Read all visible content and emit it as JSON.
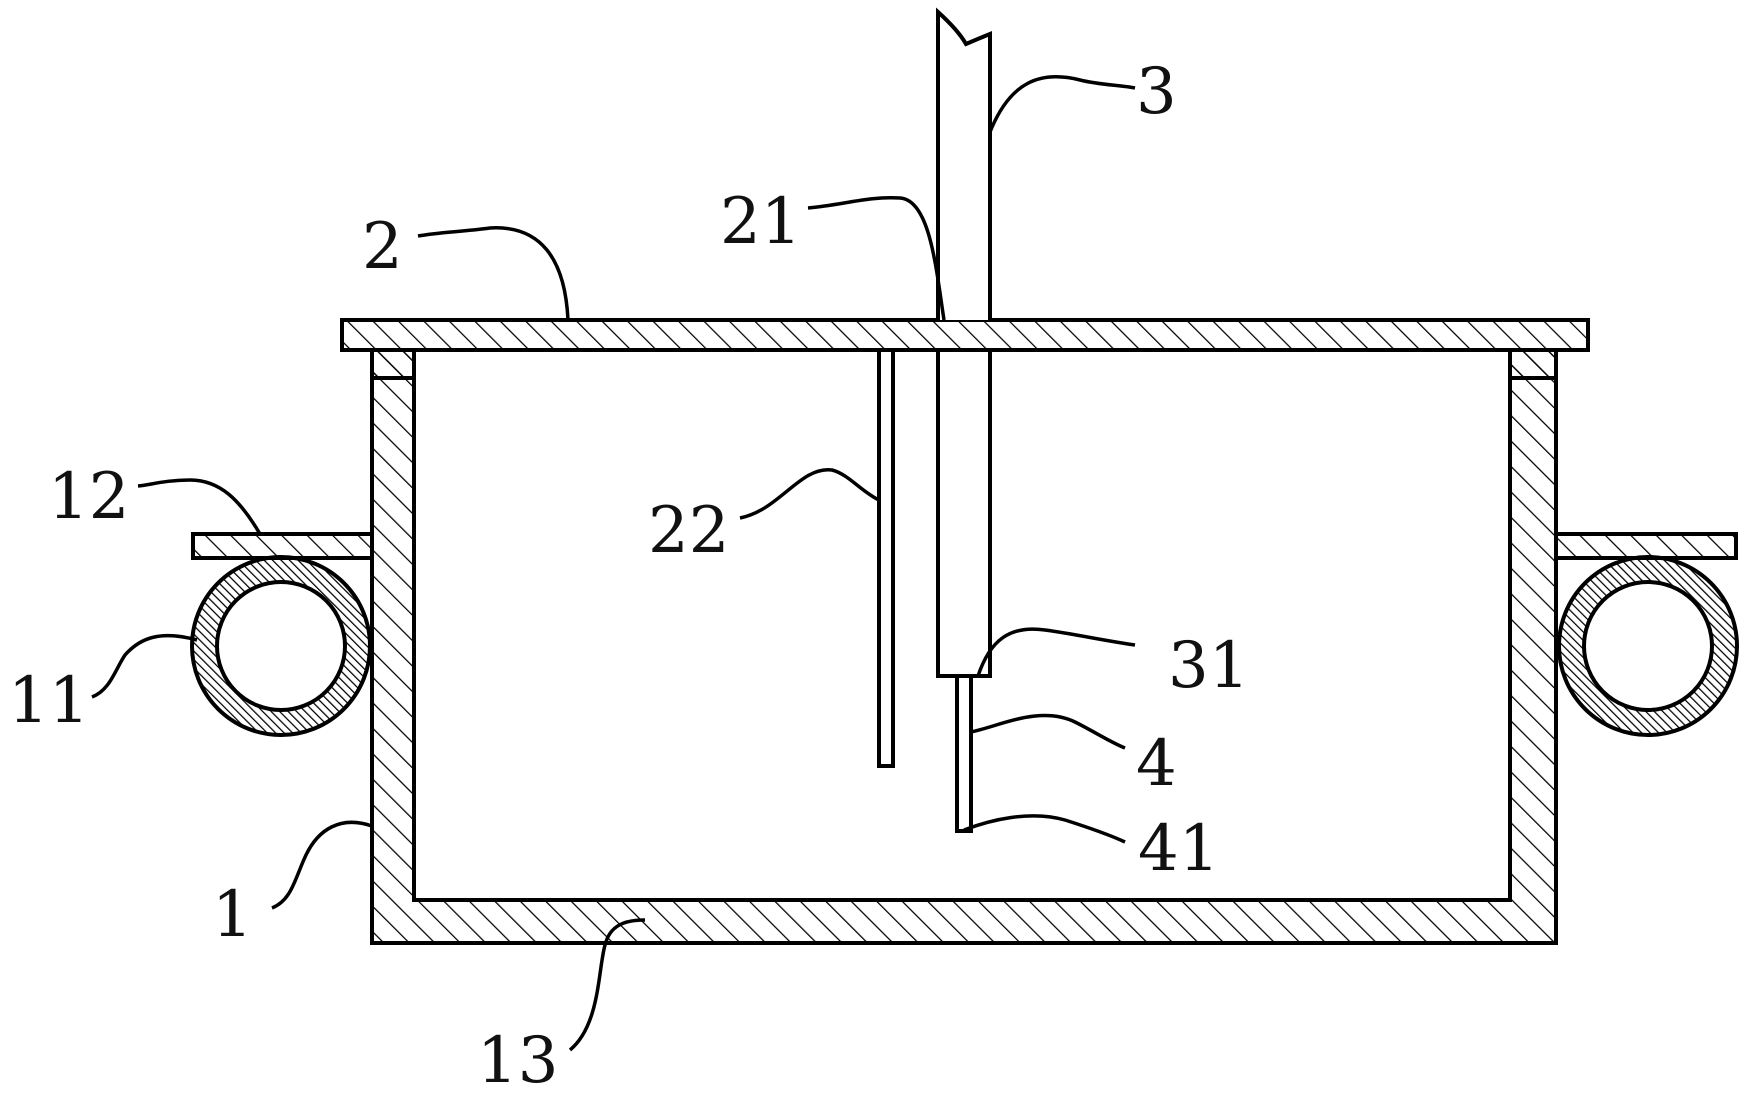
{
  "figure": {
    "stroke_color": "#000000",
    "hatch_color": "#000000",
    "background_color": "#ffffff"
  },
  "labels": {
    "container_body": "1",
    "lid": "2",
    "tube": "3",
    "lid_hole": "21",
    "inner_rod": "22",
    "tube_end": "31",
    "probe": "4",
    "probe_tip": "41",
    "heating_ring": "11",
    "side_flange": "12",
    "bottom_plate": "13"
  }
}
